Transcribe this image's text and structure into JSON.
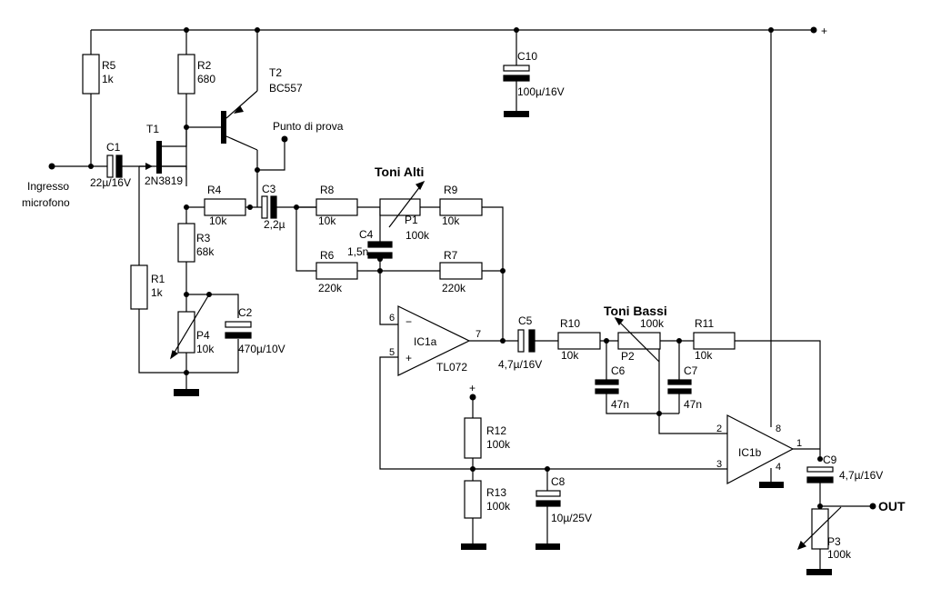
{
  "labels": {
    "plus_top": "+",
    "plus_mid": "+",
    "input1": "Ingresso",
    "input2": "microfono",
    "test_point": "Punto di prova",
    "toni_alti": "Toni Alti",
    "toni_bassi": "Toni Bassi",
    "out": "OUT"
  },
  "components": {
    "R5": {
      "name": "R5",
      "value": "1k"
    },
    "R2": {
      "name": "R2",
      "value": "680"
    },
    "T2": {
      "name": "T2",
      "value": "BC557"
    },
    "C10": {
      "name": "C10",
      "value": "100µ/16V"
    },
    "C1": {
      "name": "C1",
      "value": "22µ/16V"
    },
    "T1": {
      "name": "T1",
      "value": "2N3819"
    },
    "R4": {
      "name": "R4",
      "value": "10k"
    },
    "C3": {
      "name": "C3",
      "value": "2,2µ"
    },
    "R8": {
      "name": "R8",
      "value": "10k"
    },
    "P1": {
      "name": "P1",
      "value": "100k"
    },
    "R9": {
      "name": "R9",
      "value": "10k"
    },
    "C4": {
      "name": "C4",
      "value": "1,5n"
    },
    "R6": {
      "name": "R6",
      "value": "220k"
    },
    "R7": {
      "name": "R7",
      "value": "220k"
    },
    "R3": {
      "name": "R3",
      "value": "68k"
    },
    "R1": {
      "name": "R1",
      "value": "1k"
    },
    "C2": {
      "name": "C2",
      "value": "470µ/10V"
    },
    "P4": {
      "name": "P4",
      "value": "10k"
    },
    "IC1a": {
      "name": "IC1a",
      "value": "TL072"
    },
    "C5": {
      "name": "C5",
      "value": "4,7µ/16V"
    },
    "R10": {
      "name": "R10",
      "value": "10k"
    },
    "P2": {
      "name": "P2",
      "value": "100k"
    },
    "R11": {
      "name": "R11",
      "value": "10k"
    },
    "C6": {
      "name": "C6",
      "value": "47n"
    },
    "C7": {
      "name": "C7",
      "value": "47n"
    },
    "IC1b": {
      "name": "IC1b"
    },
    "C9": {
      "name": "C9",
      "value": "4,7µ/16V"
    },
    "R12": {
      "name": "R12",
      "value": "100k"
    },
    "R13": {
      "name": "R13",
      "value": "100k"
    },
    "C8": {
      "name": "C8",
      "value": "10µ/25V"
    },
    "P3": {
      "name": "P3",
      "value": "100k"
    }
  },
  "pins": {
    "p6": "6",
    "p5": "5",
    "p7": "7",
    "p2": "2",
    "p3": "3",
    "p1": "1",
    "p8": "8",
    "p4": "4",
    "minus": "−",
    "plus": "+"
  }
}
